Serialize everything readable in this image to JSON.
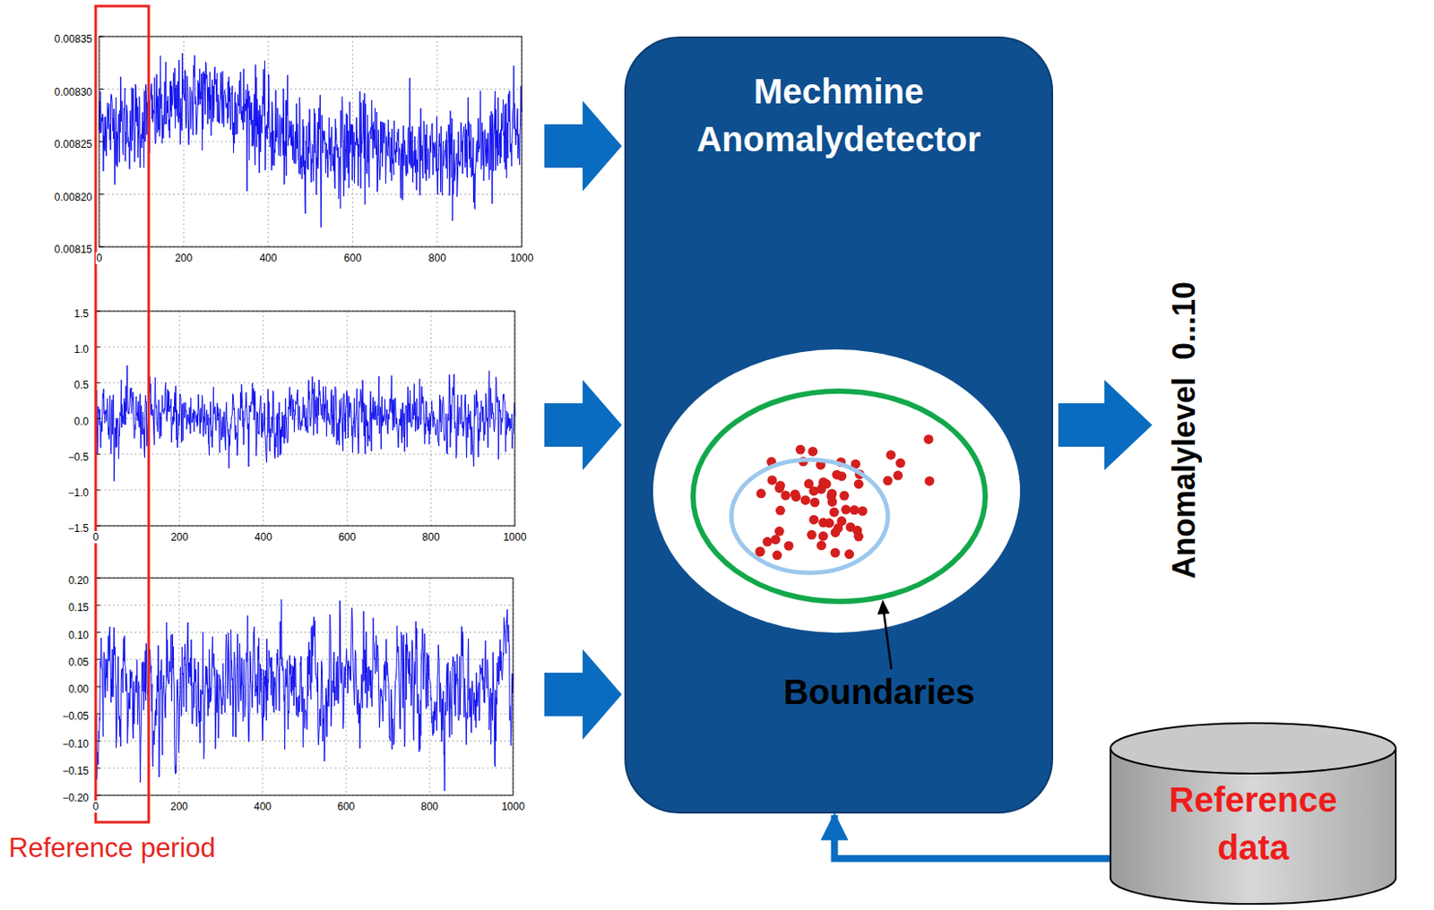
{
  "diagram": {
    "nodes": [
      {
        "text": [
          "Mechmine Anomalydetector"
        ]
      },
      {
        "text": [
          "Reference data"
        ]
      }
    ],
    "edges": [
      {
        "from": 1,
        "to": 0,
        "arrow": "to"
      }
    ],
    "labels": [
      "0.00835",
      "0.00830",
      "0.00825",
      "0.00820",
      "0.00815",
      "0",
      "200",
      "400",
      "600",
      "800",
      "1000",
      "1.5",
      "1.0",
      "0.5",
      "0.0",
      "−0.5",
      "−1.0",
      "−1.5",
      "0",
      "200",
      "400",
      "600",
      "800",
      "1000",
      "0.20",
      "0.15",
      "0.10",
      "0.05",
      "0.00",
      "−0.05",
      "−0.10",
      "−0.15",
      "−0.20",
      "0",
      "200",
      "400",
      "600",
      "800",
      "1000",
      "Reference period",
      "Boundaries",
      "Anomalylevel  0...10"
    ]
  }
}
